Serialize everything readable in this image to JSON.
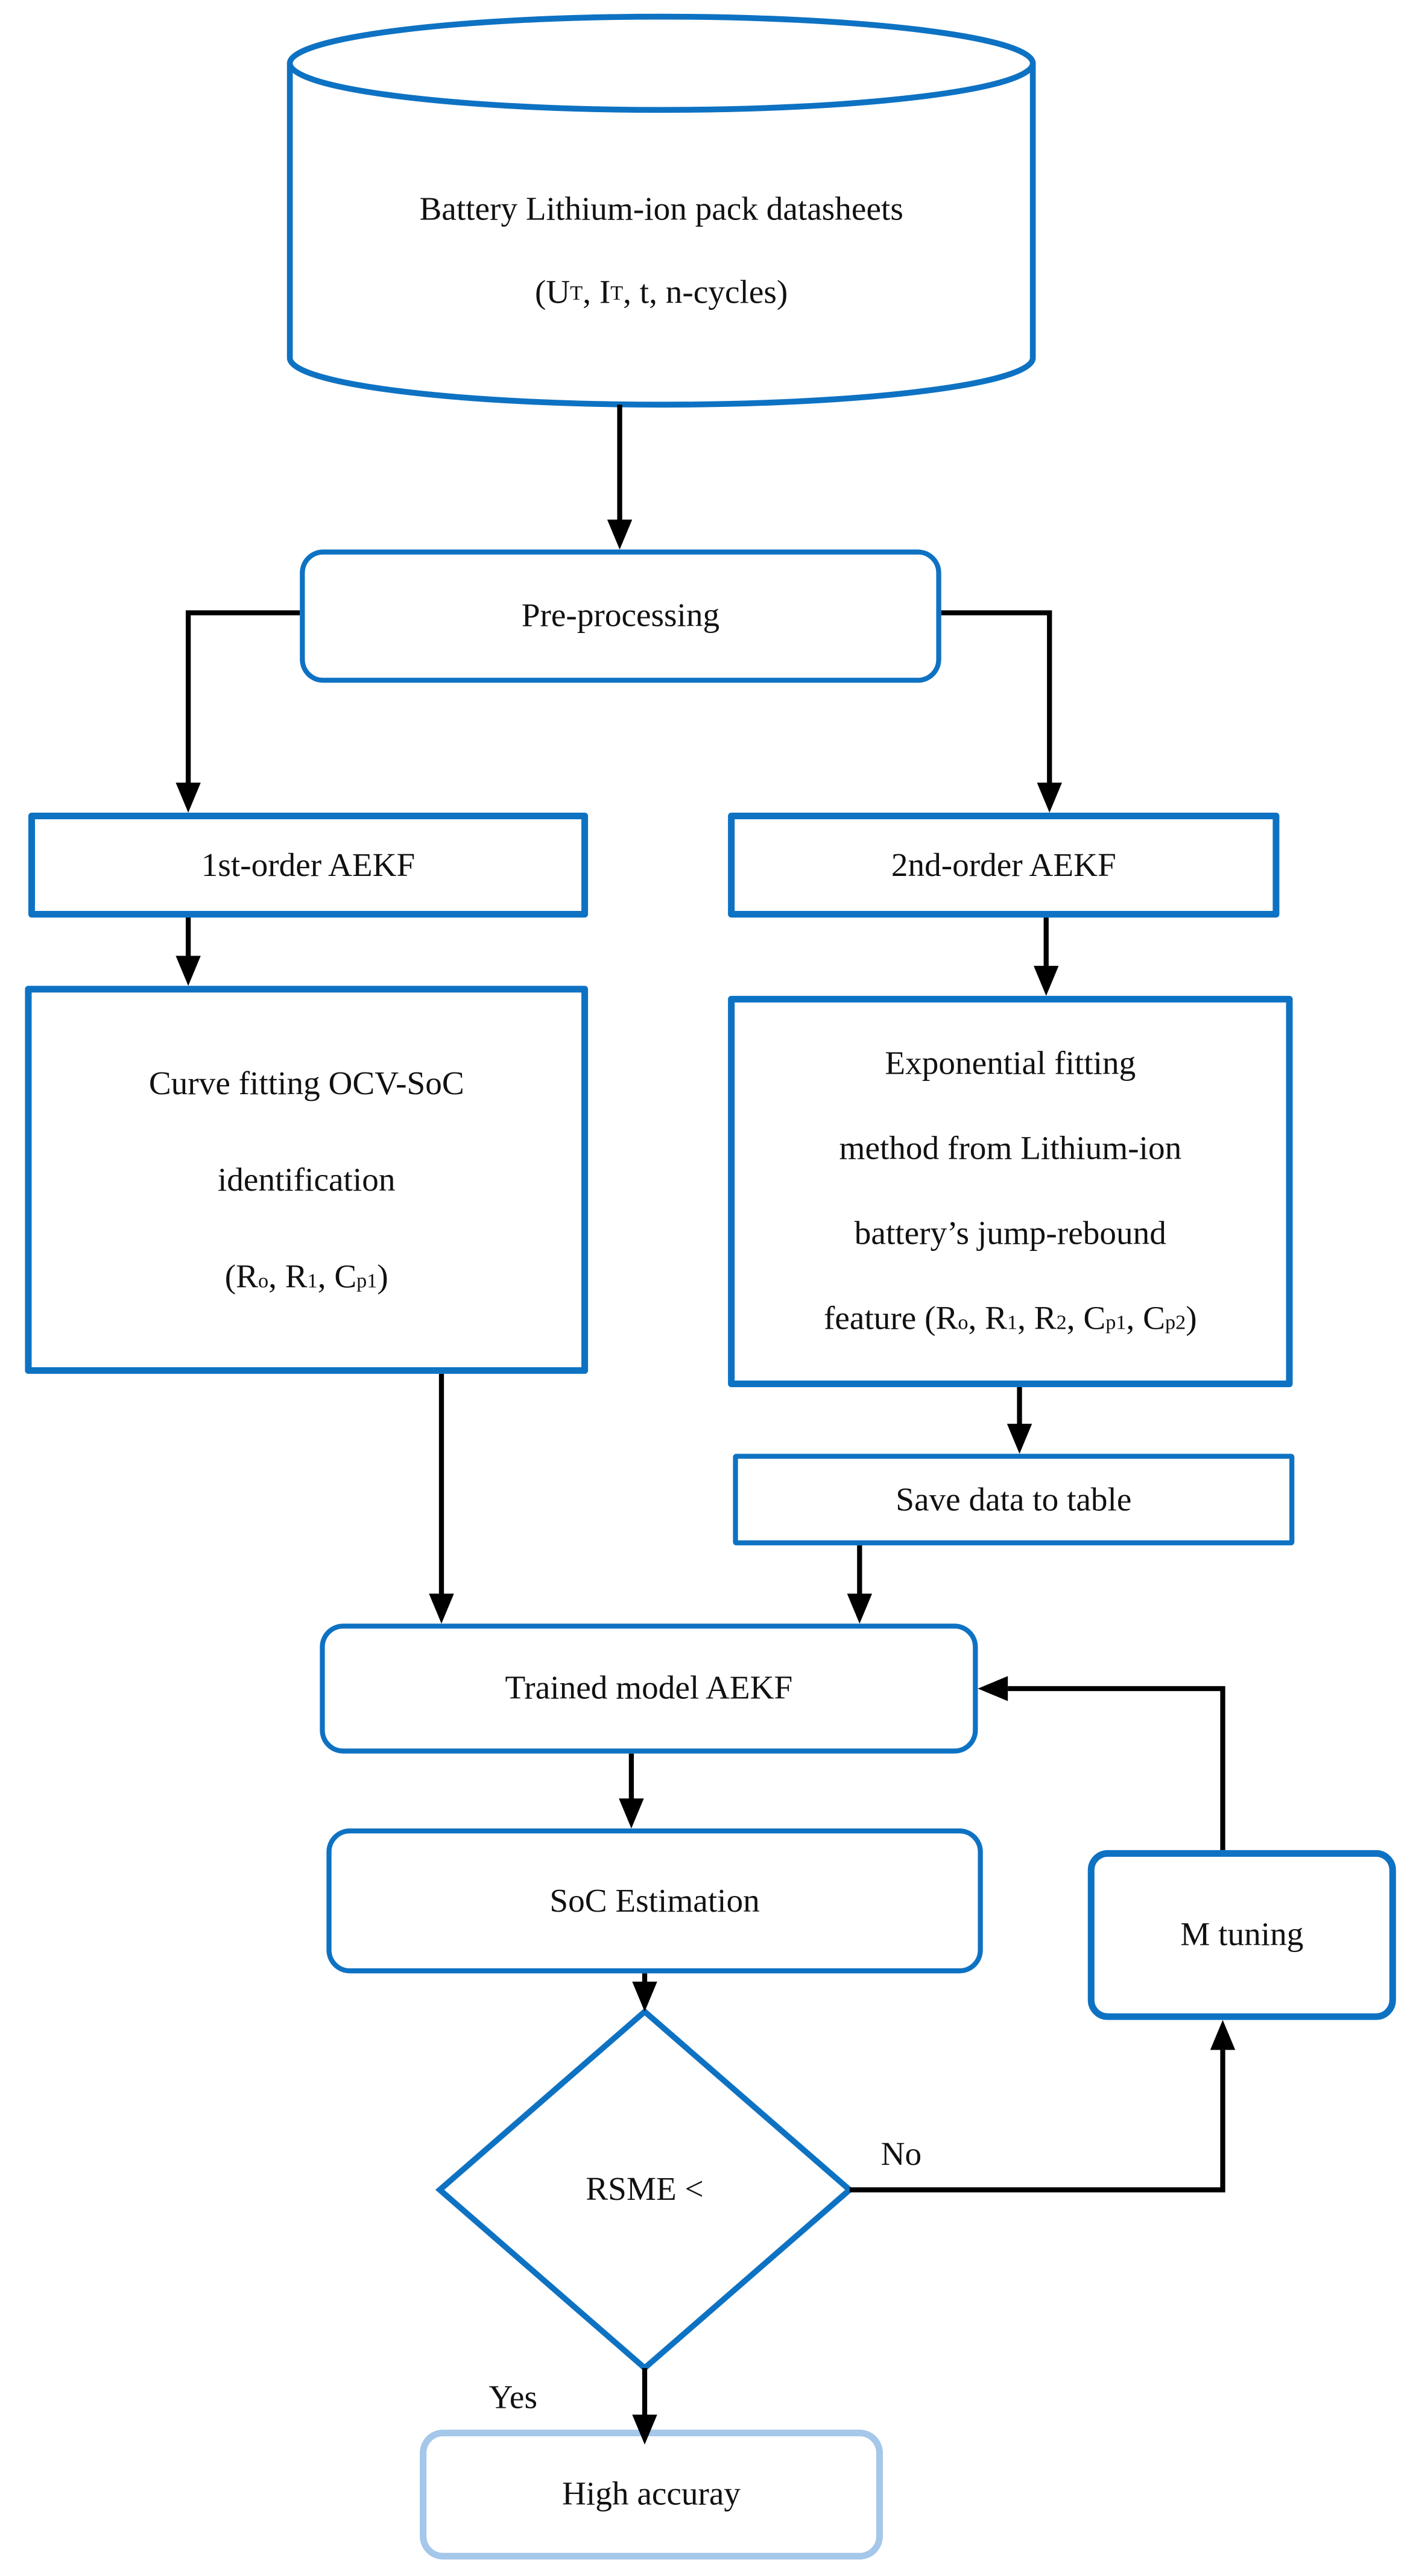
{
  "colors": {
    "primary": "#0e72c3",
    "light": "#a4c7ea",
    "line": "#000000",
    "text": "#111111"
  },
  "nodes": {
    "datastore": {
      "line1": "Battery Lithium-ion pack datasheets",
      "line2": [
        {
          "t": "(U"
        },
        {
          "t": "T",
          "sub": true
        },
        {
          "t": ", I"
        },
        {
          "t": "T",
          "sub": true
        },
        {
          "t": ", t, n-cycles)"
        }
      ]
    },
    "preprocessing": {
      "label": "Pre-processing"
    },
    "first_order": {
      "label": "1st-order AEKF"
    },
    "second_order": {
      "label": "2nd-order AEKF"
    },
    "curve_fitting": {
      "line1": "Curve fitting OCV-SoC",
      "line2": "identification",
      "line3": [
        {
          "t": "(R"
        },
        {
          "t": "o",
          "sub": true
        },
        {
          "t": ", R"
        },
        {
          "t": "1",
          "sub": true
        },
        {
          "t": ", C"
        },
        {
          "t": "p1",
          "sub": true
        },
        {
          "t": ")"
        }
      ]
    },
    "exponential": {
      "line1": "Exponential fitting",
      "line2": "method from Lithium-ion",
      "line3": "battery’s jump-rebound",
      "line4": [
        {
          "t": "feature (R"
        },
        {
          "t": "o",
          "sub": true
        },
        {
          "t": ", R"
        },
        {
          "t": "1",
          "sub": true
        },
        {
          "t": ", R"
        },
        {
          "t": "2",
          "sub": true
        },
        {
          "t": ", C"
        },
        {
          "t": "p1",
          "sub": true
        },
        {
          "t": ", C"
        },
        {
          "t": "p2",
          "sub": true
        },
        {
          "t": ")"
        }
      ]
    },
    "save_table": {
      "label": "Save data to table"
    },
    "trained_model": {
      "label": "Trained model AEKF"
    },
    "soc_estimation": {
      "label": "SoC Estimation"
    },
    "decision": {
      "label": "RSME <"
    },
    "m_tuning": {
      "label": "M tuning"
    },
    "high_accuracy": {
      "label": "High accuray"
    }
  },
  "edges": {
    "no_label": "No",
    "yes_label": "Yes"
  }
}
